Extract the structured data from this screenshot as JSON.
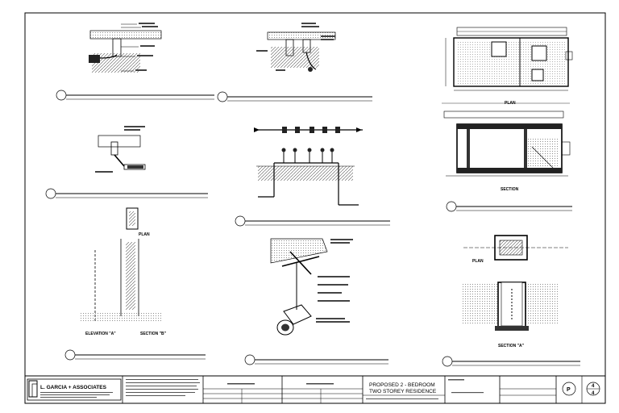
{
  "drawing": {
    "view_labels": {
      "plan_top_right": "PLAN",
      "section_right_middle": "SECTION",
      "plan_left_middle": "PLAN",
      "elevation_a": "ELEVATION \"A\"",
      "section_b": "SECTION \"B\"",
      "plan_bottom_right": "PLAN",
      "section_a_bottom_right": "SECTION \"A\""
    }
  },
  "title_block": {
    "firm_name": "L. GARCIA + ASSOCIATES",
    "project_title_line1": "PROPOSED 2 - BEDROOM",
    "project_title_line2": "TWO STOREY RESIDENCE",
    "sheet_number": "P",
    "sheet_total": "4",
    "sheet_index": "4"
  }
}
